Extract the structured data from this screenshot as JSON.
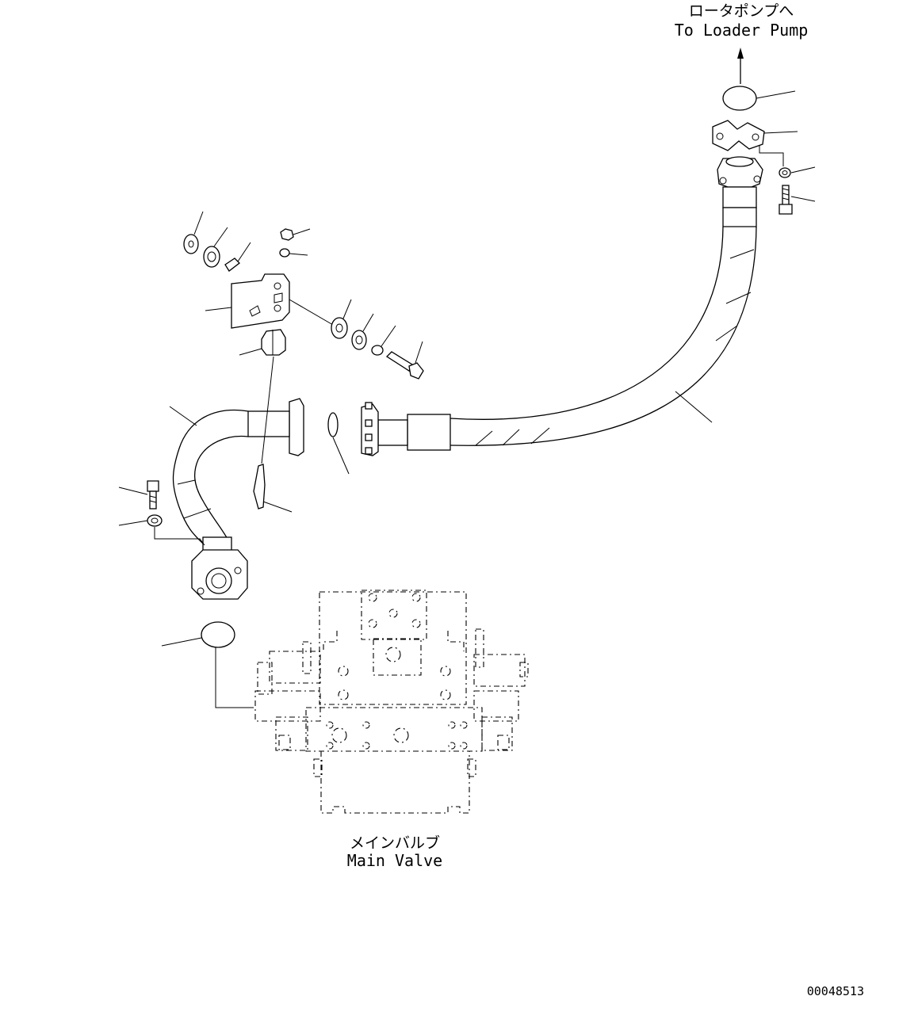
{
  "labels": {
    "to_pump_jp": "ロータポンプへ",
    "to_pump_en": "To Loader Pump",
    "main_valve_jp": "メインバルブ",
    "main_valve_en": "Main Valve",
    "drawing_number": "00048513"
  }
}
